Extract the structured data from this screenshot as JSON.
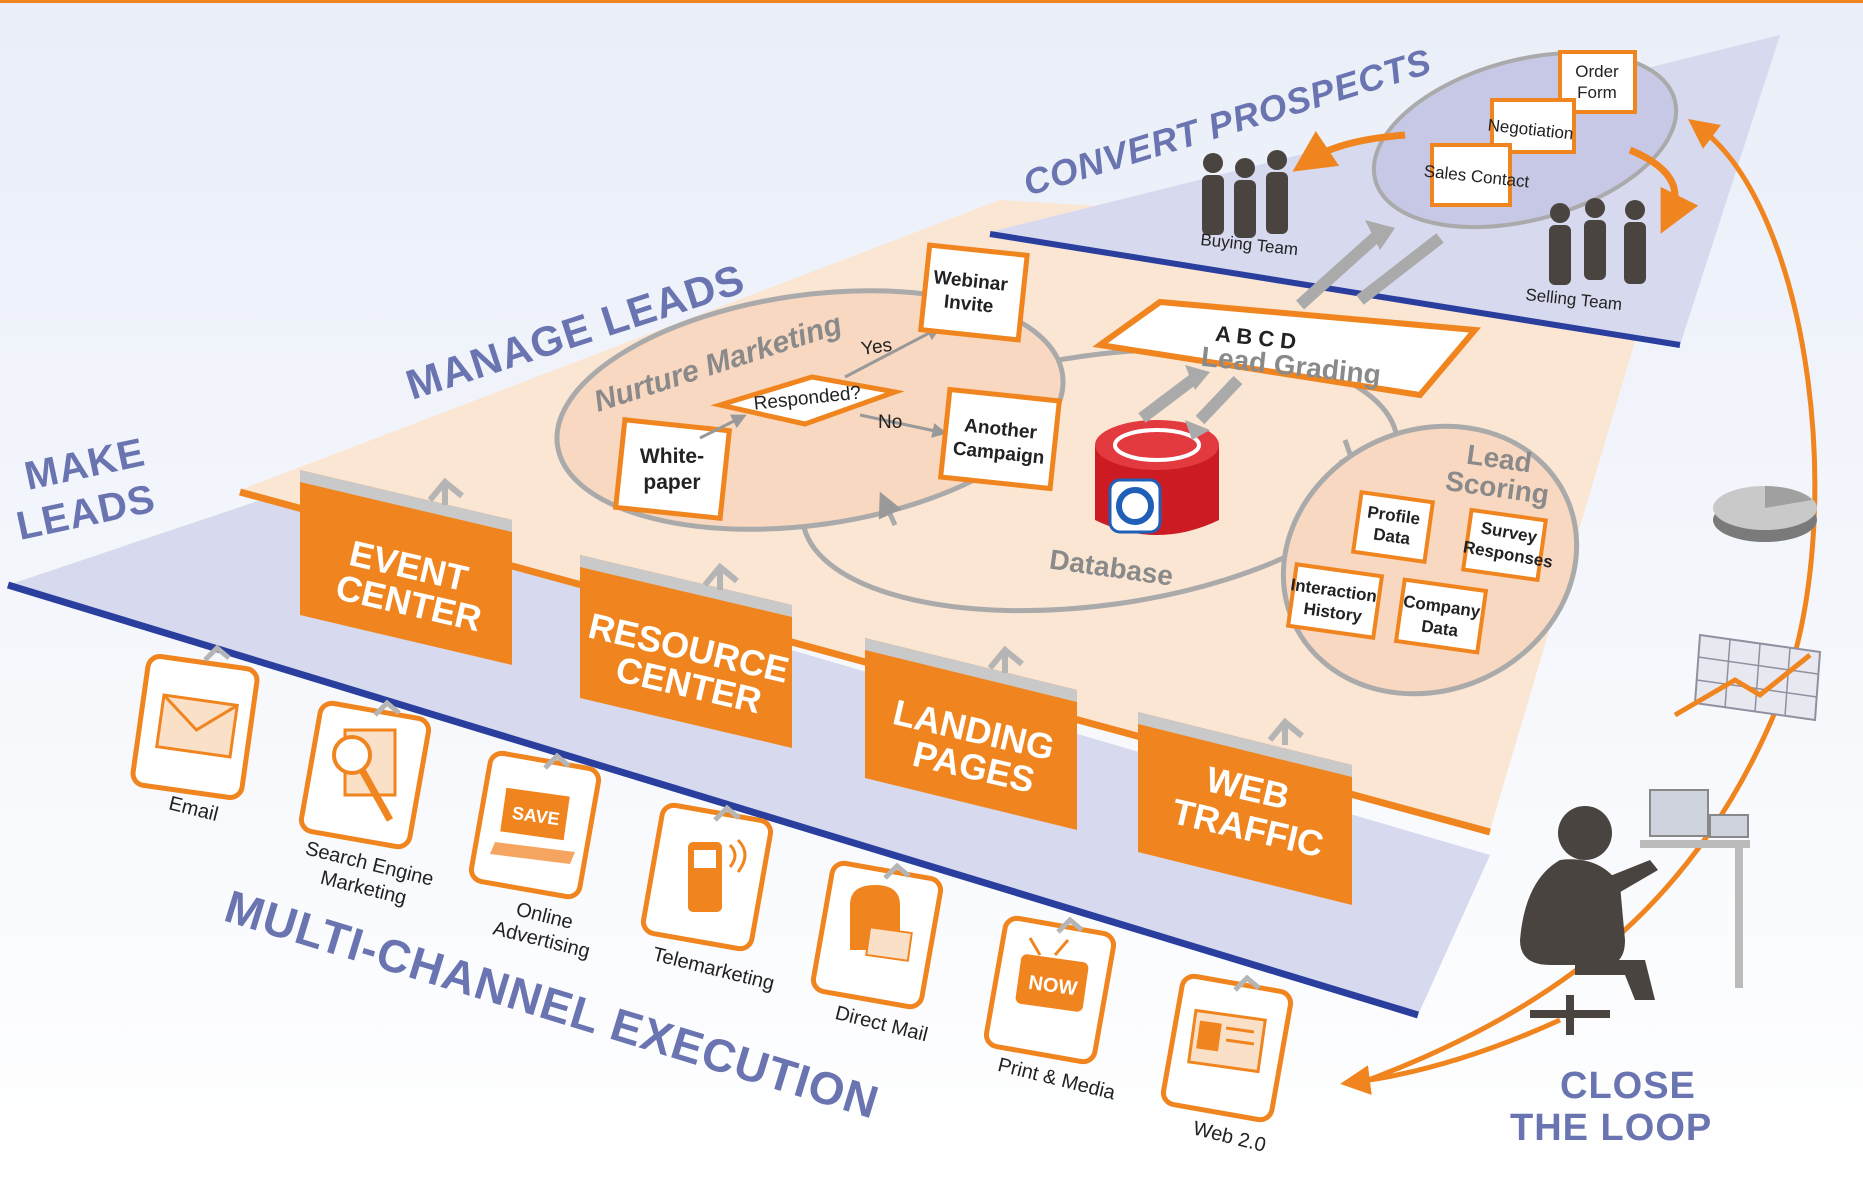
{
  "colors": {
    "accent_orange": "#f0851f",
    "header_blue": "#6a74b0",
    "band_blue": "#2a3e9e",
    "tier_lavender": "#dcdcf0",
    "tier_peach": "#fbe6d4",
    "database_red": "#cc1b22"
  },
  "headers": {
    "make_leads_1": "MAKE",
    "make_leads_2": "LEADS",
    "manage_leads": "MANAGE LEADS",
    "convert_prospects": "CONVERT PROSPECTS",
    "multi_channel": "MULTI-CHANNEL EXECUTION",
    "close_loop_1": "CLOSE",
    "close_loop_2": "THE  LOOP"
  },
  "centers": {
    "event": [
      "EVENT",
      "CENTER"
    ],
    "resource": [
      "RESOURCE",
      "CENTER"
    ],
    "landing": [
      "LANDING",
      "PAGES"
    ],
    "web": [
      "WEB",
      "TRAFFIC"
    ]
  },
  "channels": {
    "email": {
      "icon": "envelope-icon",
      "label": [
        "Email"
      ]
    },
    "sem": {
      "icon": "magnifier-document-icon",
      "label": [
        "Search Engine",
        "Marketing"
      ]
    },
    "online_ad": {
      "icon": "laptop-save-icon",
      "badge": "SAVE",
      "label": [
        "Online",
        "Advertising"
      ]
    },
    "tele": {
      "icon": "phone-icon",
      "label": [
        "Telemarketing"
      ]
    },
    "direct_mail": {
      "icon": "mailbox-icon",
      "label": [
        "Direct Mail"
      ]
    },
    "print_media": {
      "icon": "tv-now-icon",
      "badge": "NOW",
      "label": [
        "Print & Media"
      ]
    },
    "web20": {
      "icon": "web-profile-icon",
      "label": [
        "Web 2.0"
      ]
    }
  },
  "nurture": {
    "title": "Nurture Marketing",
    "whitepaper": [
      "White-",
      "paper"
    ],
    "responded": "Responded?",
    "yes": "Yes",
    "no": "No",
    "webinar": [
      "Webinar",
      "Invite"
    ],
    "another": [
      "Another",
      "Campaign"
    ]
  },
  "database": {
    "label": "Database",
    "icon": "database-icon"
  },
  "grading": {
    "letters": "A  B  C  D",
    "label": "Lead Grading"
  },
  "scoring": {
    "title_1": "Lead",
    "title_2": "Scoring",
    "profile": [
      "Profile",
      "Data"
    ],
    "survey": [
      "Survey",
      "Responses"
    ],
    "interaction": [
      "Interaction",
      "History"
    ],
    "company": [
      "Company",
      "Data"
    ]
  },
  "convert": {
    "order": [
      "Order",
      "Form"
    ],
    "negotiation": "Negotiation",
    "sales": "Sales Contact",
    "buying_team": "Buying Team",
    "selling_team": "Selling Team"
  }
}
